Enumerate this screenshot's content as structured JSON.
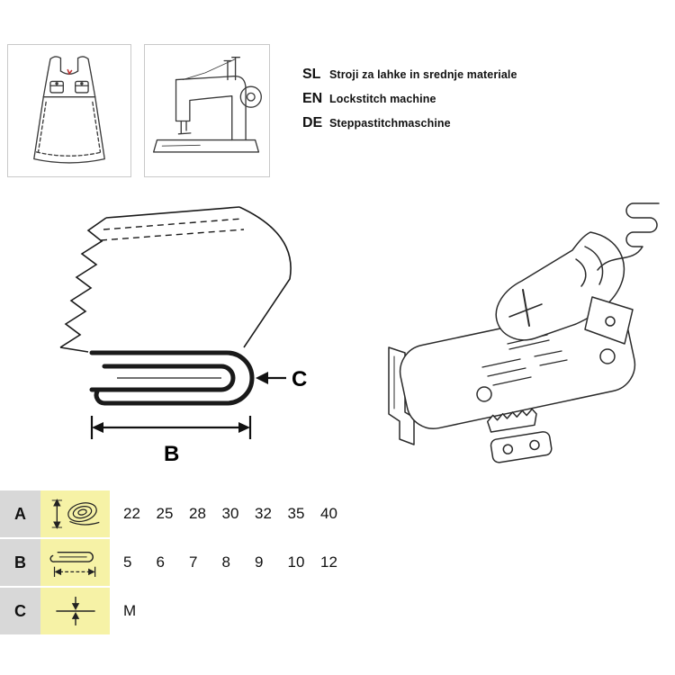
{
  "header": {
    "thumbnails": [
      {
        "name": "garment-dress-illustration"
      },
      {
        "name": "lockstitch-machine-illustration"
      }
    ],
    "languages": [
      {
        "code": "SL",
        "text": "Stroji za lahke in srednje materiale"
      },
      {
        "code": "EN",
        "text": "Lockstitch machine"
      },
      {
        "code": "DE",
        "text": "Steppastitchmaschine"
      }
    ]
  },
  "diagram": {
    "label_b": "B",
    "label_c": "C"
  },
  "table": {
    "rows": [
      {
        "letter": "A",
        "icon": "tape-roll-icon",
        "values": [
          "22",
          "25",
          "28",
          "30",
          "32",
          "35",
          "40"
        ]
      },
      {
        "letter": "B",
        "icon": "folded-binding-width-icon",
        "values": [
          "5",
          "6",
          "7",
          "8",
          "9",
          "10",
          "12"
        ]
      },
      {
        "letter": "C",
        "icon": "material-thickness-icon",
        "values": [
          "M"
        ]
      }
    ]
  },
  "colors": {
    "letter_cell_bg": "#d8d8d8",
    "icon_cell_bg": "#f6f2a6",
    "line": "#1a1a1a",
    "accent_red": "#c03030"
  }
}
